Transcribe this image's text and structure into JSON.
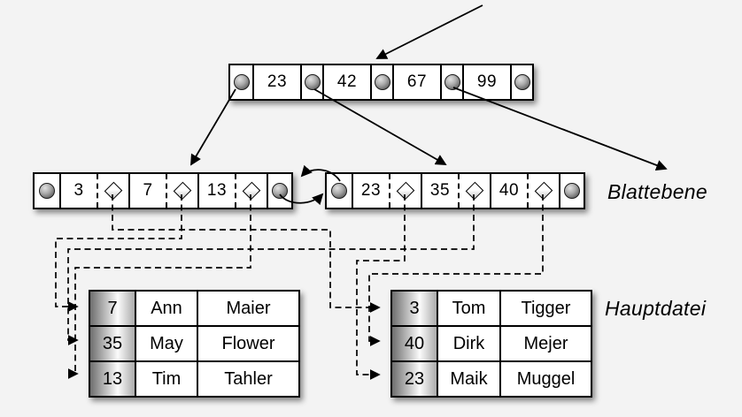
{
  "labels": {
    "leaf_level": "Blattebene",
    "main_file": "Hauptdatei"
  },
  "root_node": {
    "keys": [
      "23",
      "42",
      "67",
      "99"
    ]
  },
  "leaf_nodes": [
    {
      "keys": [
        "3",
        "7",
        "13"
      ]
    },
    {
      "keys": [
        "23",
        "35",
        "40"
      ]
    }
  ],
  "tables": [
    {
      "rows": [
        [
          "7",
          "Ann",
          "Maier"
        ],
        [
          "35",
          "May",
          "Flower"
        ],
        [
          "13",
          "Tim",
          "Tahler"
        ]
      ]
    },
    {
      "rows": [
        [
          "3",
          "Tom",
          "Tigger"
        ],
        [
          "40",
          "Dirk",
          "Mejer"
        ],
        [
          "23",
          "Maik",
          "Muggel"
        ]
      ]
    }
  ],
  "icons": {
    "pointer": "pointer-circle-icon",
    "record_ref": "diamond-icon",
    "arrow": "arrowhead-icon"
  },
  "colors": {
    "background": "#f3f3f3",
    "node_fill": "#ffffff",
    "line": "#000000",
    "key_column_gradient": [
      "#6e6e6e",
      "#fbfbfb",
      "#ababab"
    ]
  },
  "links": {
    "incoming_arrow_to_root": true,
    "root_pointers_to_leaves": [
      {
        "from": "root-pointer-0",
        "to": "leaf-node-left"
      },
      {
        "from": "root-pointer-1",
        "to": "leaf-node-right"
      },
      {
        "from": "root-pointer-3",
        "to": "offscreen-right"
      }
    ],
    "leaf_sibling_pointers": "bidirectional",
    "record_links": [
      {
        "key": "3",
        "table": 1,
        "row": 0
      },
      {
        "key": "7",
        "table": 0,
        "row": 0
      },
      {
        "key": "13",
        "table": 0,
        "row": 2
      },
      {
        "key": "23",
        "table": 1,
        "row": 2
      },
      {
        "key": "35",
        "table": 0,
        "row": 1
      },
      {
        "key": "40",
        "table": 1,
        "row": 1
      }
    ]
  }
}
